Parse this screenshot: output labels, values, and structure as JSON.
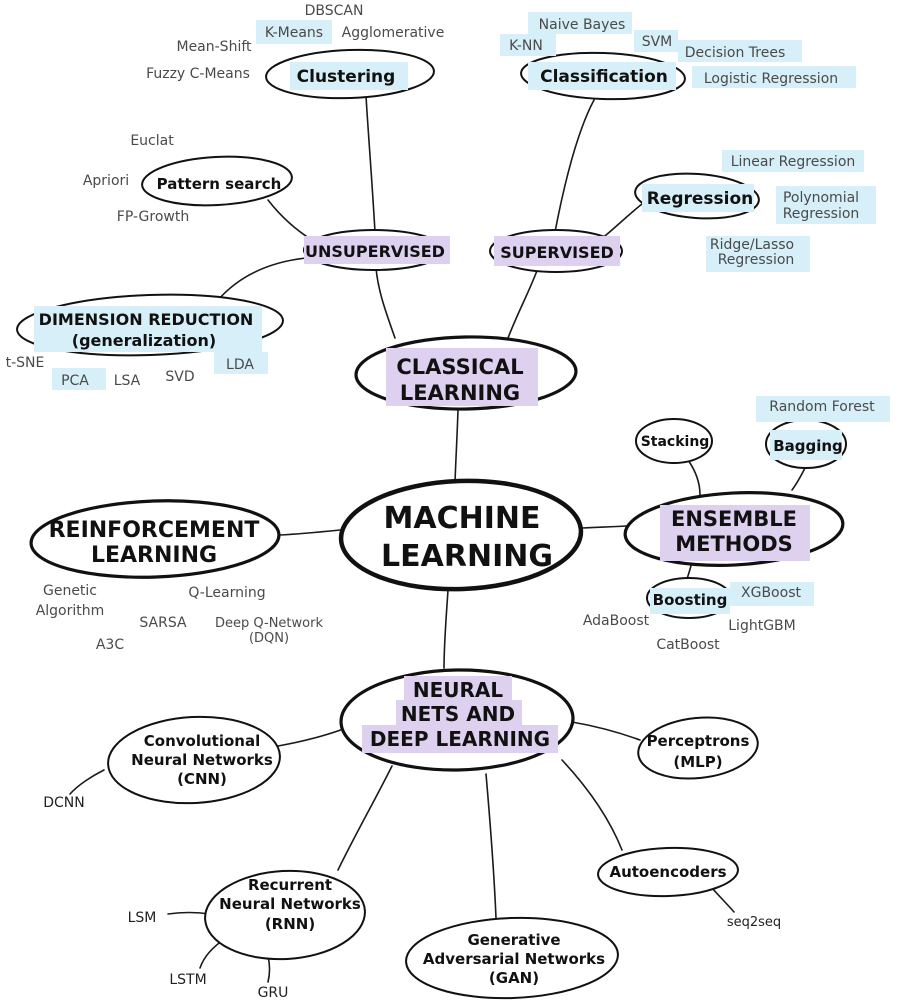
{
  "center": {
    "line1": "MACHINE",
    "line2": "LEARNING"
  },
  "classical": {
    "title_line1": "CLASSICAL",
    "title_line2": "LEARNING",
    "unsupervised": {
      "label": "UNSUPERVISED",
      "clustering": {
        "label": "Clustering",
        "items": [
          "DBSCAN",
          "K-Means",
          "Agglomerative",
          "Mean-Shift",
          "Fuzzy C-Means"
        ]
      },
      "pattern_search": {
        "label": "Pattern search",
        "items": [
          "Euclat",
          "Apriori",
          "FP-Growth"
        ]
      },
      "dimension_reduction": {
        "line1": "DIMENSION REDUCTION",
        "line2": "(generalization)",
        "items": [
          "t-SNE",
          "PCA",
          "LSA",
          "SVD",
          "LDA"
        ]
      }
    },
    "supervised": {
      "label": "SUPERVISED",
      "classification": {
        "label": "Classification",
        "items": [
          "Naive Bayes",
          "K-NN",
          "SVM",
          "Decision Trees",
          "Logistic Regression"
        ]
      },
      "regression": {
        "label": "Regression",
        "items": [
          "Linear Regression",
          "Polynomial",
          "Regression",
          "Ridge/Lasso",
          "Regression"
        ]
      }
    }
  },
  "ensemble": {
    "line1": "ENSEMBLE",
    "line2": "METHODS",
    "stacking": "Stacking",
    "bagging": {
      "label": "Bagging",
      "items": [
        "Random Forest"
      ]
    },
    "boosting": {
      "label": "Boosting",
      "items": [
        "XGBoost",
        "AdaBoost",
        "LightGBM",
        "CatBoost"
      ]
    }
  },
  "reinforcement": {
    "line1": "REINFORCEMENT",
    "line2": "LEARNING",
    "items": [
      "Genetic",
      "Algorithm",
      "Q-Learning",
      "SARSA",
      "Deep Q-Network",
      "(DQN)",
      "A3C"
    ]
  },
  "neural": {
    "line1": "NEURAL",
    "line2": "NETS AND",
    "line3": "DEEP LEARNING",
    "cnn": {
      "line1": "Convolutional",
      "line2": "Neural Networks",
      "line3": "(CNN)",
      "items": [
        "DCNN"
      ]
    },
    "rnn": {
      "line1": "Recurrent",
      "line2": "Neural Networks",
      "line3": "(RNN)",
      "items": [
        "LSM",
        "LSTM",
        "GRU"
      ]
    },
    "gan": {
      "line1": "Generative",
      "line2": "Adversarial Networks",
      "line3": "(GAN)"
    },
    "autoencoders": {
      "label": "Autoencoders",
      "items": [
        "seq2seq"
      ]
    },
    "perceptrons": {
      "line1": "Perceptrons",
      "line2": "(MLP)"
    }
  },
  "colors": {
    "highlight_blue": "#d6eff8",
    "highlight_purple": "#ded1ef",
    "ink": "#111111"
  }
}
